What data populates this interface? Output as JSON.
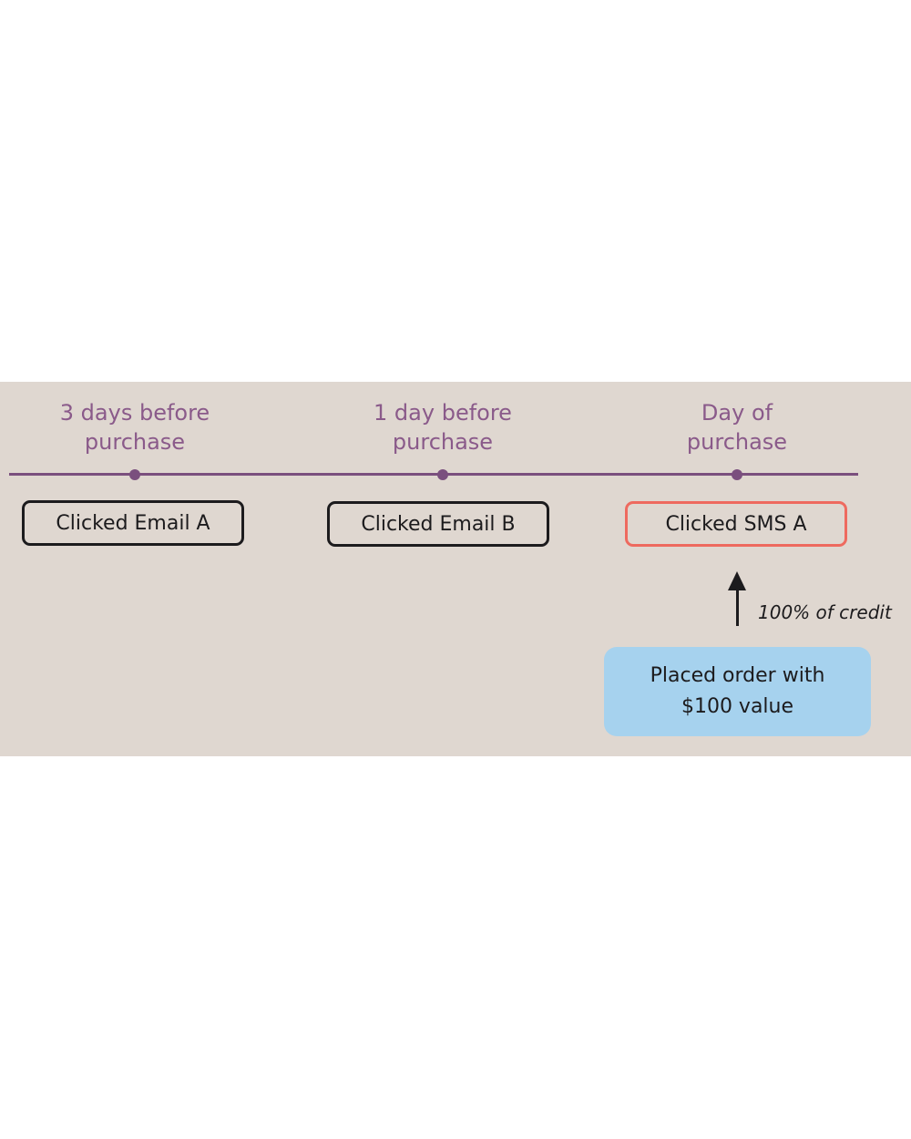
{
  "colors": {
    "background": "#dfd7d0",
    "timeline": "#7a4f7e",
    "time_label": "#8a5a8a",
    "box_border": "#1c1b1d",
    "highlight_border": "#ee6a5f",
    "order_fill": "#a6d2ee"
  },
  "timeline": {
    "points": [
      {
        "label": "3 days before\npurchase",
        "event": "Clicked Email A"
      },
      {
        "label": "1 day before\npurchase",
        "event": "Clicked Email B"
      },
      {
        "label": "Day of\npurchase",
        "event": "Clicked SMS A"
      }
    ]
  },
  "credit": {
    "label": "100% of credit",
    "icon": "arrow-up-icon"
  },
  "order": {
    "label": "Placed order with\n$100 value"
  }
}
